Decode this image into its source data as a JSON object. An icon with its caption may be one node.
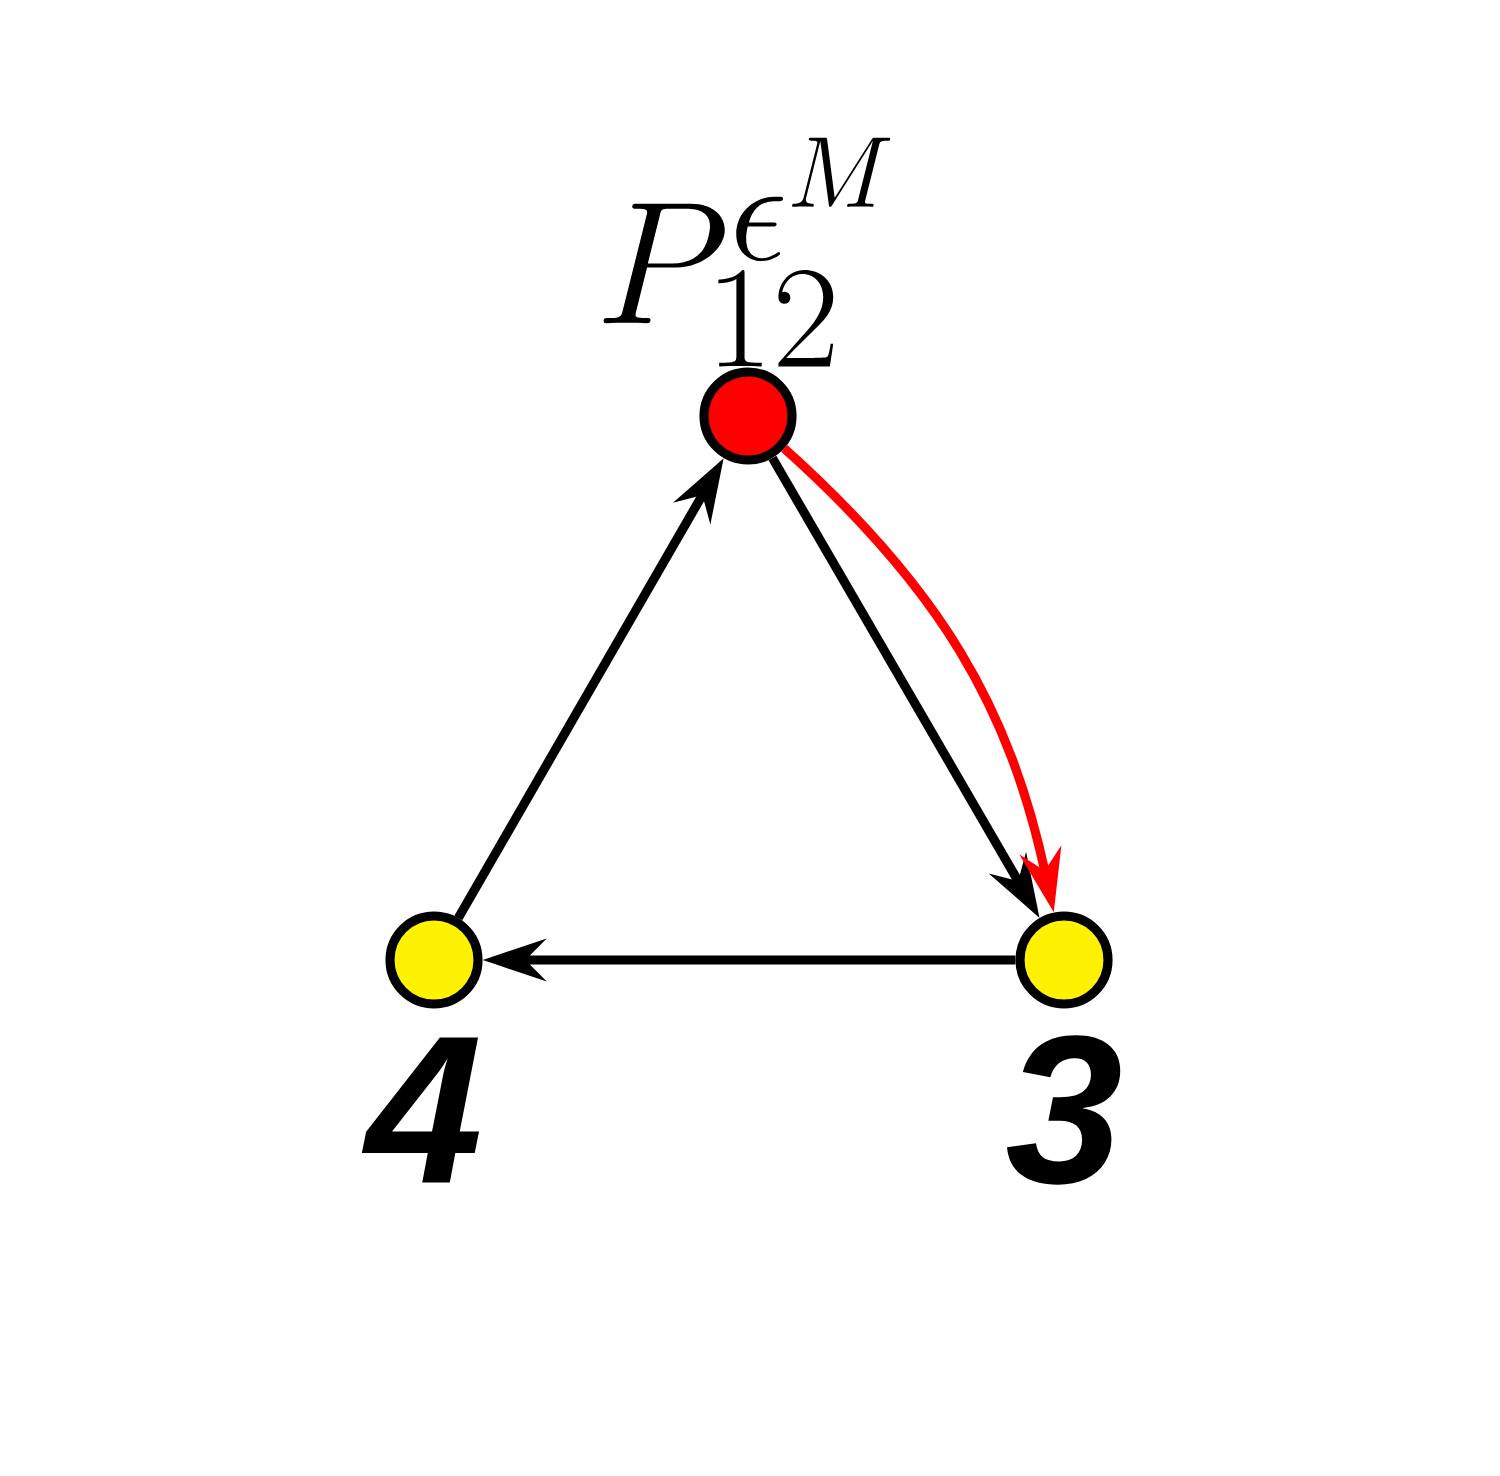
{
  "diagram": {
    "nodes": [
      {
        "text": [
          "P_{12}^{\\epsilon^{M}}"
        ]
      },
      {
        "text": [
          "4"
        ]
      },
      {
        "text": [
          "3"
        ]
      }
    ],
    "edges": [
      {
        "from": 0,
        "to": 2,
        "arrow": "to"
      },
      {
        "from": 0,
        "to": 2,
        "arrow": "to",
        "color": "#ff0000"
      },
      {
        "from": 2,
        "to": 1,
        "arrow": "to"
      },
      {
        "from": 1,
        "to": 0,
        "arrow": "to"
      }
    ]
  }
}
